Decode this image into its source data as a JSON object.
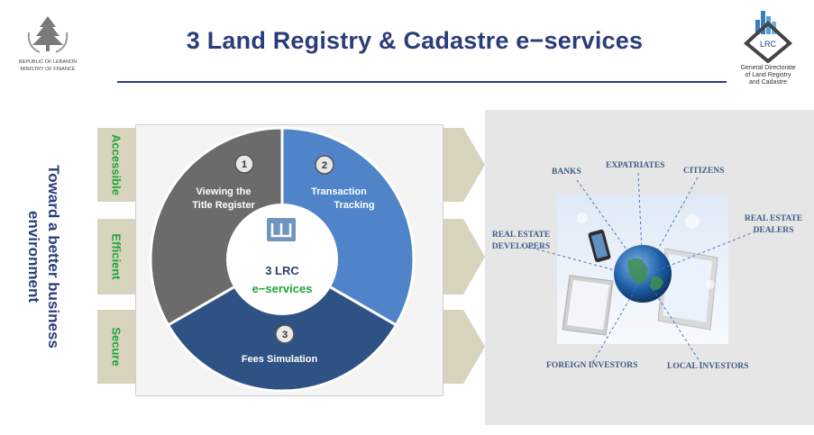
{
  "header": {
    "title": "3 Land Registry & Cadastre e−services",
    "left_logo": {
      "line1": "REPUBLIC OF LEBANON",
      "line2": "MINISTRY OF FINANCE"
    },
    "right_logo": {
      "badge": "LRC",
      "caption": [
        "General Directorate",
        "of Land Registry",
        "and Cadastre"
      ]
    }
  },
  "tagline": [
    "Toward a better business",
    "environment"
  ],
  "pillars": [
    "Accessible",
    "Efficient",
    "Secure"
  ],
  "wheel": {
    "segments": [
      {
        "number": "1",
        "label": [
          "Viewing the",
          "Title Register"
        ],
        "color": "#6b6b6b"
      },
      {
        "number": "2",
        "label": [
          "Transaction",
          "Tracking"
        ],
        "color": "#4f84c9"
      },
      {
        "number": "3",
        "label": [
          "Fees Simulation"
        ],
        "color": "#2f5284"
      }
    ],
    "center": {
      "line1": "3 LRC",
      "line2": "e−services",
      "line2_color": "#1fa53a"
    }
  },
  "audiences": {
    "banks": "BANKS",
    "expatriates": "EXPATRIATES",
    "citizens": "CITIZENS",
    "developers": [
      "REAL ESTATE",
      "DEVELOPERS"
    ],
    "dealers": [
      "REAL ESTATE",
      "DEALERS"
    ],
    "foreign": "FOREIGN INVESTORS",
    "local": "LOCAL INVESTORS"
  },
  "colors": {
    "navy": "#2b3d7a",
    "green": "#1fa53a",
    "beige": "#d8d3bd"
  }
}
